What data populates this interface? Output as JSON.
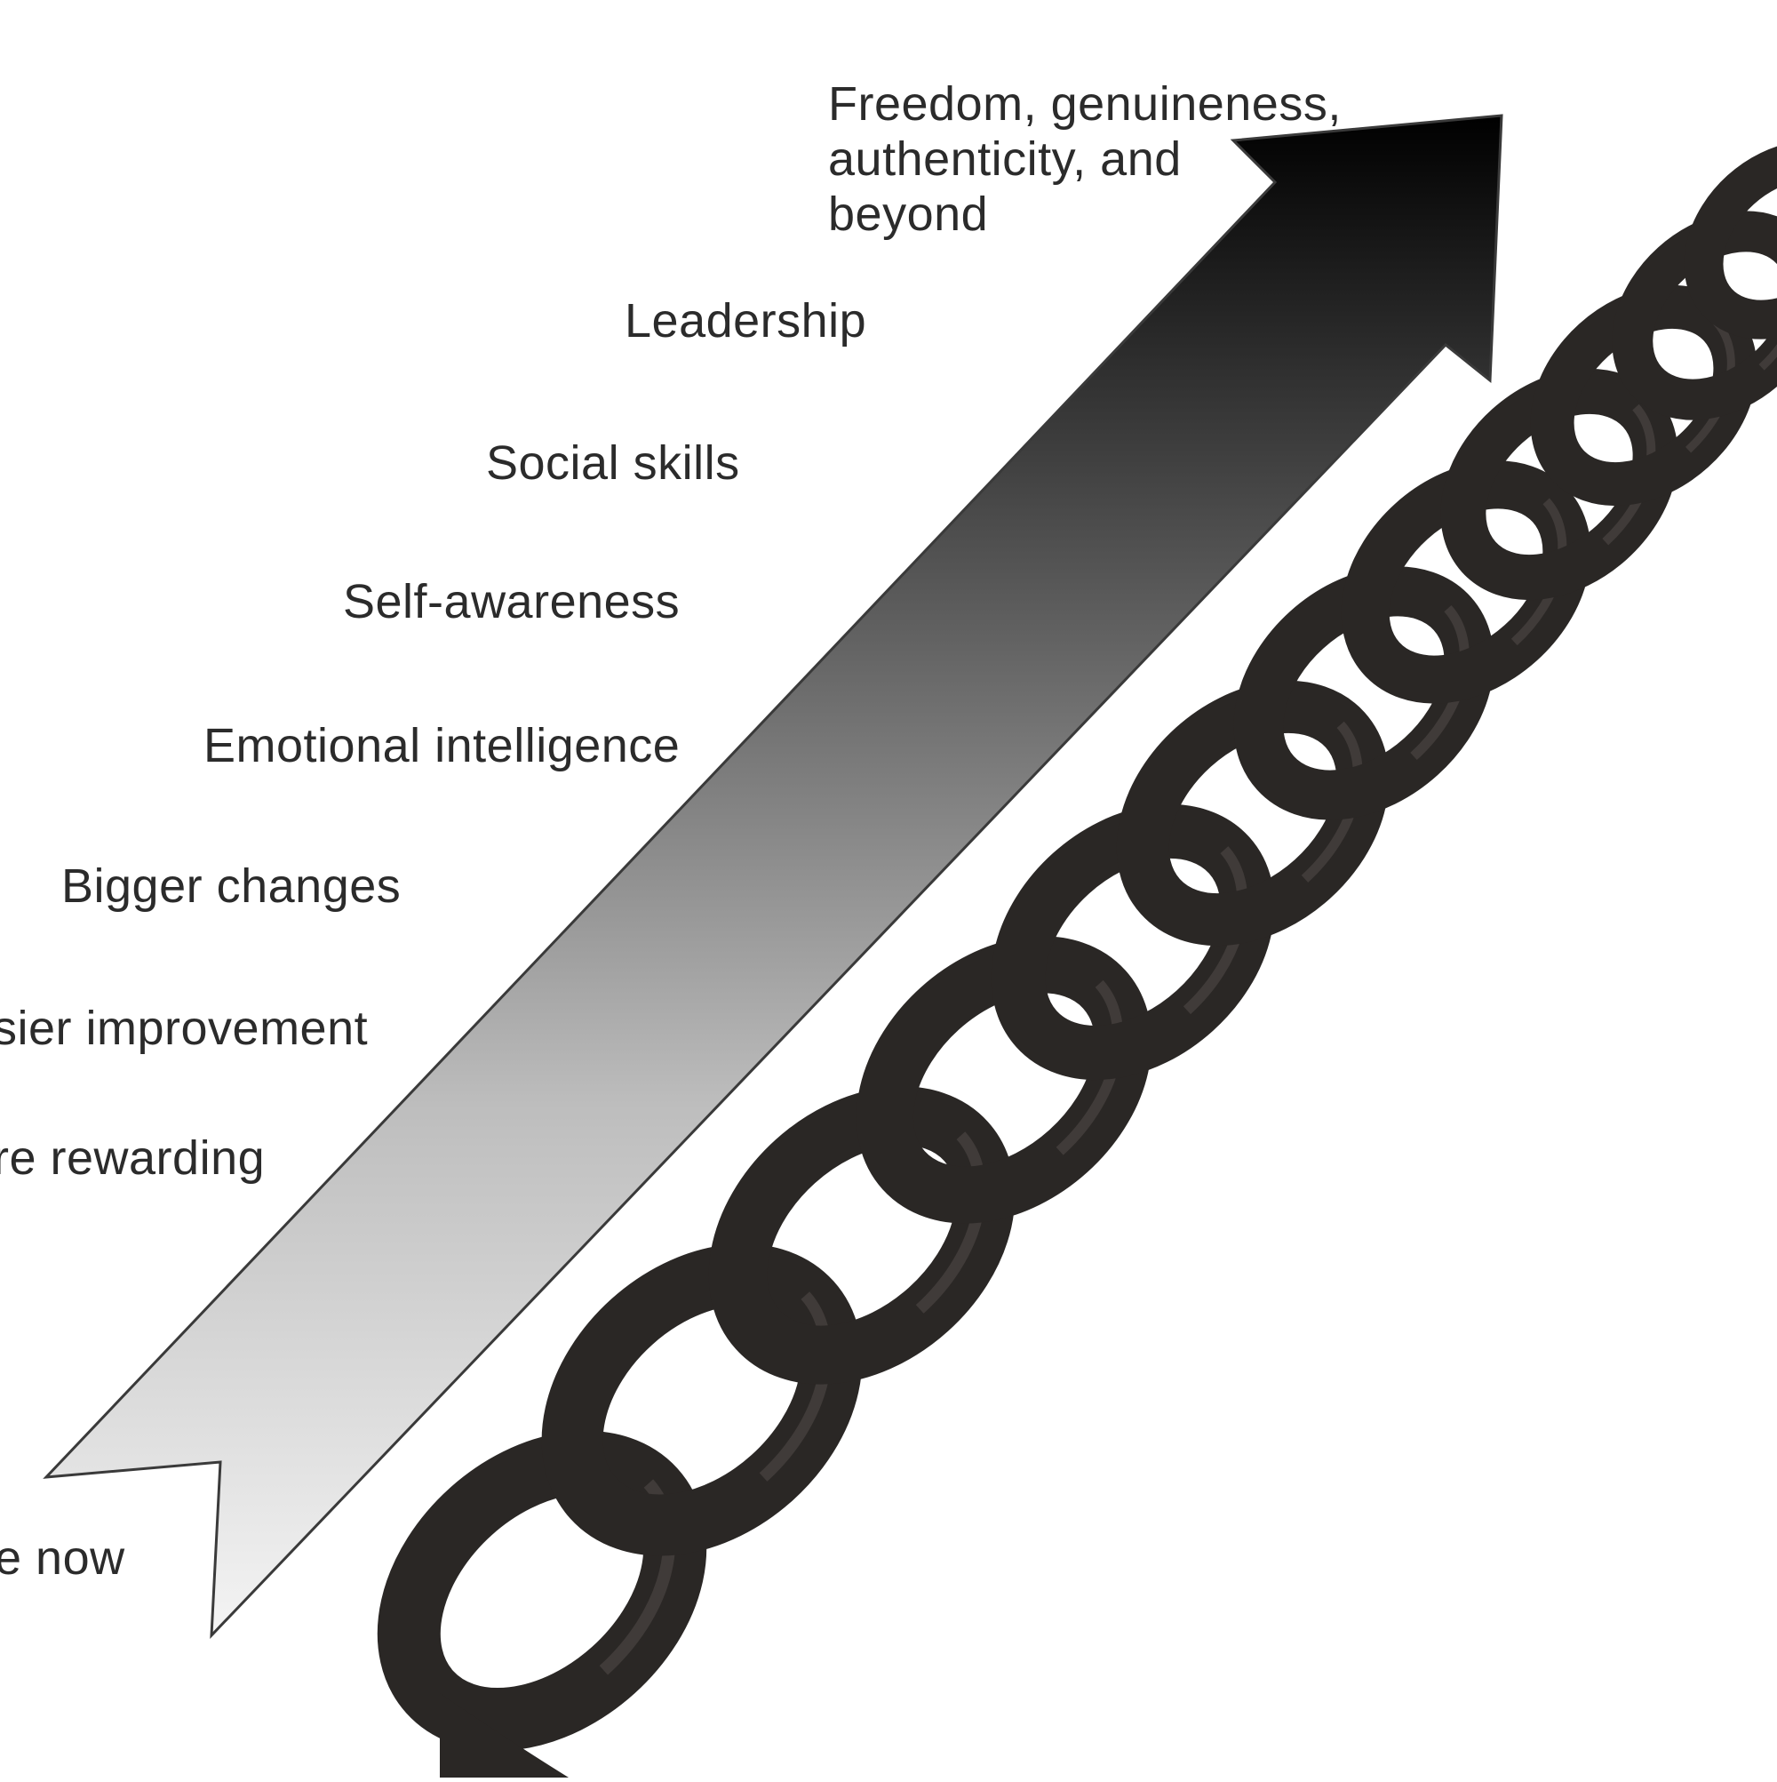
{
  "diagram": {
    "arrow": {
      "gradient_top": "#000000",
      "gradient_bottom": "#f4f4f4",
      "outline": "#3a3a3a"
    },
    "steps": [
      {
        "id": "freedom",
        "lines": [
          "Freedom, genuineness,",
          "authenticity, and",
          "beyond"
        ]
      },
      {
        "id": "leadership",
        "text": "Leadership"
      },
      {
        "id": "social-skills",
        "text": "Social skills"
      },
      {
        "id": "self-awareness",
        "text": "Self-awareness"
      },
      {
        "id": "emotional-intelligence",
        "text": "Emotional intelligence"
      },
      {
        "id": "bigger-changes",
        "text": "Bigger changes"
      },
      {
        "id": "easier-improvement",
        "text": "sier improvement"
      },
      {
        "id": "more-rewarding",
        "text": "re rewarding"
      },
      {
        "id": "where-now",
        "text": "e now"
      }
    ],
    "spring": {
      "color": "#2a2725",
      "highlight": "#6a625e"
    }
  }
}
